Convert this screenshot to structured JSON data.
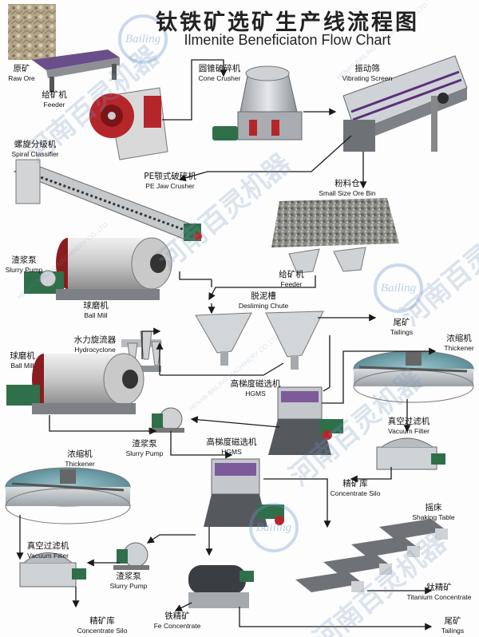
{
  "title": {
    "zh": "钛铁矿选矿生产线流程图",
    "en": "Ilmenite Beneficiaton Flow Chart"
  },
  "labels": {
    "raw_ore": {
      "zh": "原矿",
      "en": "Raw Ore"
    },
    "feeder_top": {
      "zh": "给矿机",
      "en": "Feeder"
    },
    "cone_crusher": {
      "zh": "圆锥破碎机",
      "en": "Cone Crusher"
    },
    "vibrating_screen": {
      "zh": "振动筛",
      "en": "Vibrating Screen"
    },
    "spiral_classifier": {
      "zh": "螺旋分级机",
      "en": "Spiral Classifier"
    },
    "jaw_crusher": {
      "zh": "PE颚式破碎机",
      "en": "PE Jaw Crusher"
    },
    "ore_bin": {
      "zh": "粉料仓",
      "en": "Small Size Ore Bin"
    },
    "slurry_pump_1": {
      "zh": "渣浆泵",
      "en": "Slurry Pump"
    },
    "ball_mill_1": {
      "zh": "球磨机",
      "en": "Ball Mill"
    },
    "feeder_bottom": {
      "zh": "给矿机",
      "en": "Feeder"
    },
    "desliming_chute": {
      "zh": "脱泥槽",
      "en": "Desliming Chute"
    },
    "tailings_1": {
      "zh": "尾矿",
      "en": "Tailings"
    },
    "hydrocyclone": {
      "zh": "水力旋流器",
      "en": "Hydrocyclone"
    },
    "thickener_1": {
      "zh": "浓缩机",
      "en": "Thickener"
    },
    "ball_mill_2": {
      "zh": "球磨机",
      "en": "Ball Mill"
    },
    "hgms_1": {
      "zh": "高梯度磁选机",
      "en": "HGMS"
    },
    "vacuum_filter_1": {
      "zh": "真空过滤机",
      "en": "Vacuum Filter"
    },
    "slurry_pump_2": {
      "zh": "渣浆泵",
      "en": "Slurry Pump"
    },
    "hgms_2": {
      "zh": "高梯度磁选机",
      "en": "HGMS"
    },
    "thickener_2": {
      "zh": "浓缩机",
      "en": "Thickener"
    },
    "concentrate_silo_1": {
      "zh": "精矿库",
      "en": "Concentrate Silo"
    },
    "shaking_table": {
      "zh": "摇床",
      "en": "Shaking Table"
    },
    "vacuum_filter_2": {
      "zh": "真空过滤机",
      "en": "Vacuum Filter"
    },
    "slurry_pump_3": {
      "zh": "渣浆泵",
      "en": "Slurry Pump"
    },
    "titanium_concentrate": {
      "zh": "钛精矿",
      "en": "Titanium Concentrate"
    },
    "fe_concentrate": {
      "zh": "铁精矿",
      "en": "Fe Concentrate"
    },
    "concentrate_silo_2": {
      "zh": "精矿库",
      "en": "Concentrate Silo"
    },
    "tailings_2": {
      "zh": "尾矿",
      "en": "Tailings"
    }
  },
  "watermark": {
    "zh": "河南百灵机器",
    "en": "HENAN BAILING MACHINERY CO.,LTD",
    "badge": "Bailing"
  },
  "colors": {
    "machine_red": "#b5262b",
    "machine_green": "#2f6f4a",
    "steel": "#c9ccd0",
    "purple": "#7d5a9a",
    "arrow": "#1a1a1a"
  }
}
